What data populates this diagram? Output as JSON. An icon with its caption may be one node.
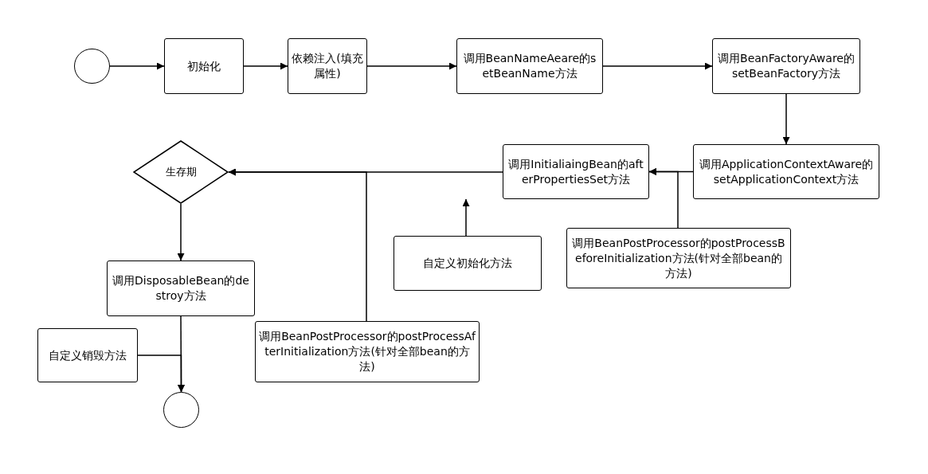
{
  "diagram": {
    "nodes": [
      {
        "text": [],
        "shape": "circle"
      },
      {
        "text": [
          "初始化"
        ]
      },
      {
        "text": [
          "依赖注入(填充属性)"
        ]
      },
      {
        "text": [
          "调用BeanNameAeare的setBeanName方法"
        ]
      },
      {
        "text": [
          "调用BeanFactoryAware的setBeanFactory方法"
        ]
      },
      {
        "text": [
          "调用ApplicationContextAware的setApplicationContext方法"
        ]
      },
      {
        "text": [
          "调用InitialiaingBean的afterPropertiesSet方法"
        ]
      },
      {
        "text": [
          "生存期"
        ]
      },
      {
        "text": [
          "调用BeanPostProcessor的postProcessBeforeInitialization方法(针对全部bean的方法)"
        ]
      },
      {
        "text": [
          "自定义初始化方法"
        ]
      },
      {
        "text": [
          "调用DisposableBean的destroy方法"
        ]
      },
      {
        "text": [
          "自定义销毁方法"
        ]
      },
      {
        "text": [
          "调用BeanPostProcessor的postProcessAfterInitialization方法(针对全部bean的方法)"
        ]
      },
      {
        "text": [],
        "shape": "circle"
      }
    ],
    "edges": [
      {
        "from": 0,
        "to": 1,
        "arrow": "to"
      },
      {
        "from": 1,
        "to": 2,
        "arrow": "to"
      },
      {
        "from": 2,
        "to": 3,
        "arrow": "to"
      },
      {
        "from": 3,
        "to": 4,
        "arrow": "to"
      },
      {
        "from": 4,
        "to": 5,
        "arrow": "to"
      },
      {
        "from": 5,
        "to": 6,
        "arrow": "to"
      },
      {
        "from": 8,
        "to": 6,
        "arrow": "to"
      },
      {
        "from": 9,
        "to": 6,
        "arrow": "to"
      },
      {
        "from": 6,
        "to": 7,
        "arrow": "to"
      },
      {
        "from": 12,
        "to": 7,
        "arrow": "to"
      },
      {
        "from": 7,
        "to": 10,
        "arrow": "to"
      },
      {
        "from": 10,
        "to": 13,
        "arrow": "to"
      },
      {
        "from": 11,
        "to": 13,
        "arrow": "to"
      }
    ]
  }
}
